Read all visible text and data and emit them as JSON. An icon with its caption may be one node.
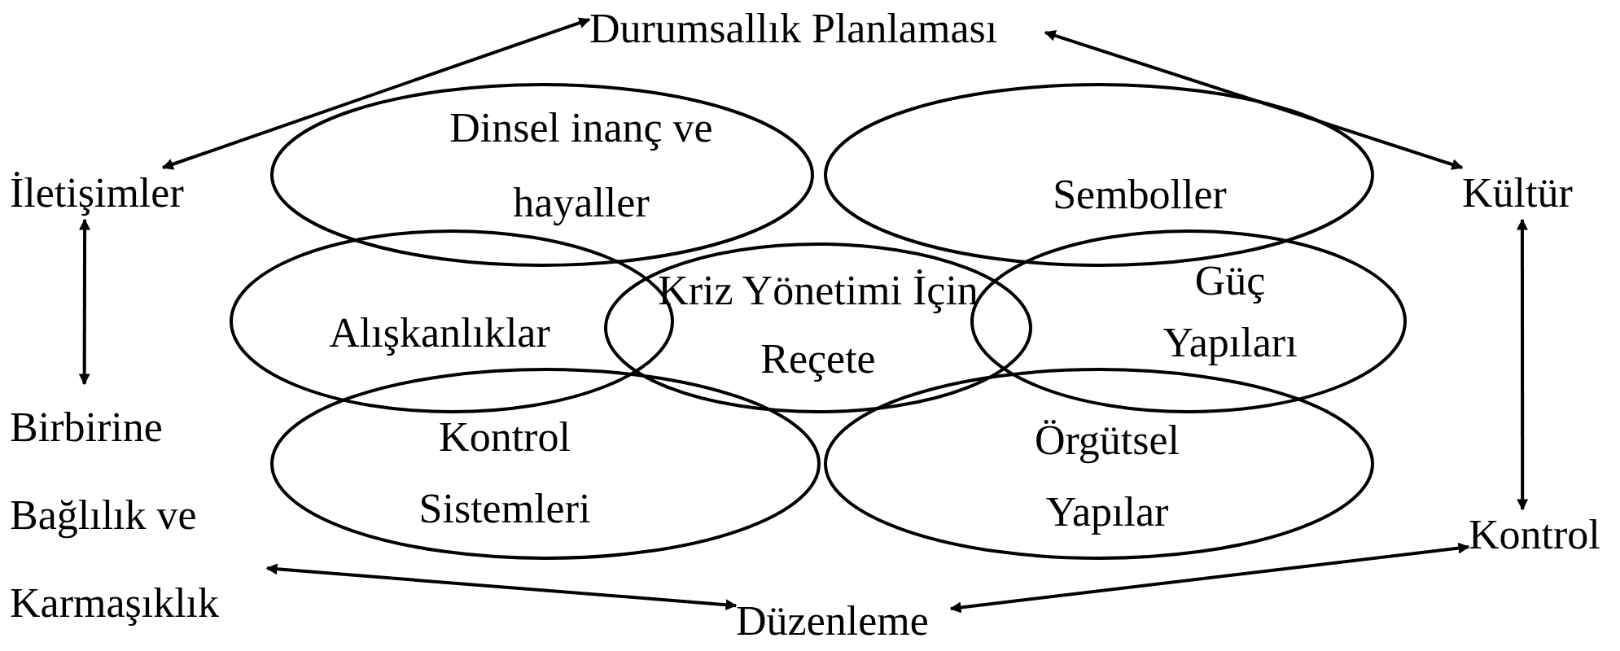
{
  "diagram": {
    "nodes": [
      {
        "text": [
          "Durumsallık Planlaması"
        ]
      },
      {
        "text": [
          "İletişimler"
        ]
      },
      {
        "text": [
          "Dinsel inanç ve hayaller"
        ]
      },
      {
        "text": [
          "Semboller"
        ]
      },
      {
        "text": [
          "Kültür"
        ]
      },
      {
        "text": [
          "Alışkanlıklar"
        ]
      },
      {
        "text": [
          "Kriz Yönetimi İçin Reçete"
        ]
      },
      {
        "text": [
          "Güç Yapıları"
        ]
      },
      {
        "text": [
          "Birbirine Bağlılık ve Karmaşıklık"
        ]
      },
      {
        "text": [
          "Kontrol Sistemleri"
        ]
      },
      {
        "text": [
          "Örgütsel Yapılar"
        ]
      },
      {
        "text": [
          "Kontrol"
        ]
      },
      {
        "text": [
          "Düzenleme"
        ]
      }
    ],
    "edges": [
      {
        "from": 1,
        "to": 0,
        "arrow": "both"
      },
      {
        "from": 0,
        "to": 4,
        "arrow": "both"
      },
      {
        "from": 1,
        "to": 8,
        "arrow": "both"
      },
      {
        "from": 4,
        "to": 11,
        "arrow": "both"
      },
      {
        "from": 8,
        "to": 12,
        "arrow": "both"
      },
      {
        "from": 12,
        "to": 11,
        "arrow": "both"
      }
    ]
  }
}
